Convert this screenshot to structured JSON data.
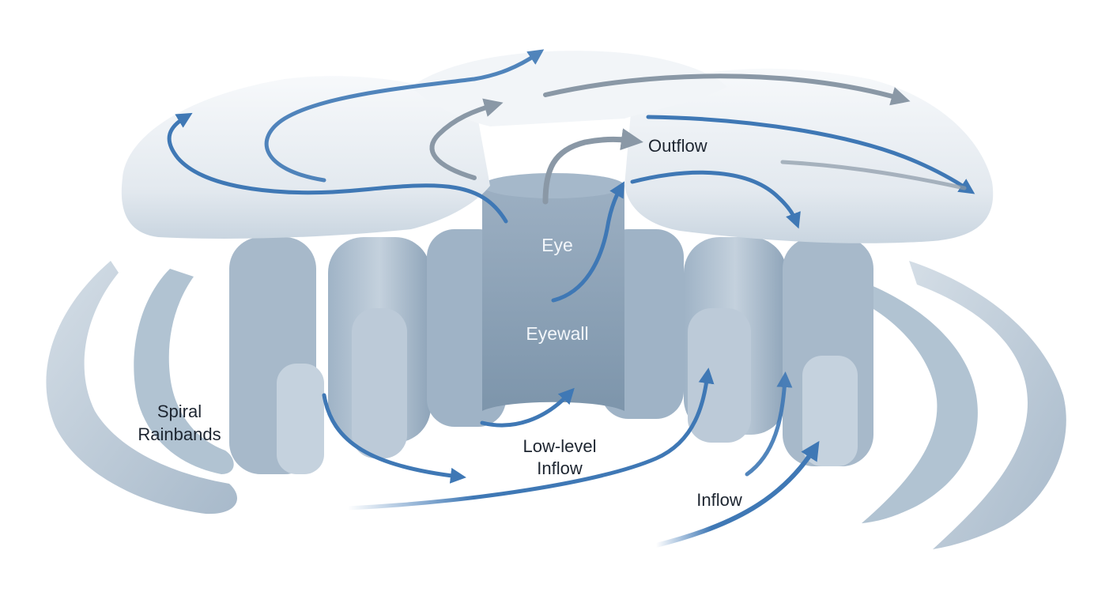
{
  "labels": {
    "outflow": "Outflow",
    "eye": "Eye",
    "eyewall": "Eyewall",
    "spiral_rainbands_line1": "Spiral",
    "spiral_rainbands_line2": "Rainbands",
    "low_level_inflow_line1": "Low-level",
    "low_level_inflow_line2": "Inflow",
    "inflow": "Inflow"
  },
  "colors": {
    "cloud_light": "#e9eef3",
    "cloud_mid": "#b8c7d6",
    "cloud_dark": "#7f97ad",
    "eye_core": "#8ea4b9",
    "arrow_blue": "#3f78b5",
    "arrow_gray": "#8a98a6",
    "text_dark": "#1d2530",
    "text_light": "#f2f6fa"
  }
}
